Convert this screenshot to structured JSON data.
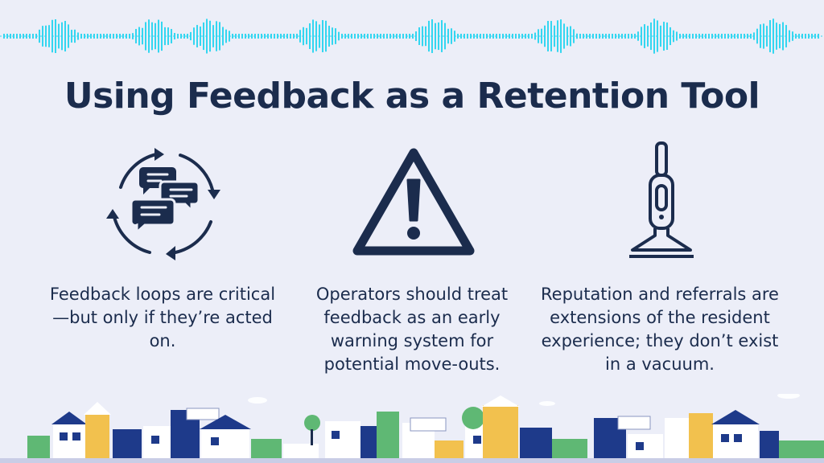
{
  "title": "Using Feedback as a Retention Tool",
  "columns": [
    {
      "icon": "feedback-loop-icon",
      "text": "Feedback loops are critical—but only if they’re acted on."
    },
    {
      "icon": "warning-triangle-icon",
      "text": "Operators should treat feedback as an early warning system for potential move-outs."
    },
    {
      "icon": "vacuum-cleaner-icon",
      "text": "Reputation and referrals are extensions of the resident experience; they don’t exist in a vacuum."
    }
  ],
  "colors": {
    "background": "#eceef8",
    "navy": "#1b2c4d",
    "wave": "#34d6f0",
    "house_blue": "#1e3a8a",
    "house_green": "#5fb874",
    "house_yellow": "#f2c14e"
  }
}
